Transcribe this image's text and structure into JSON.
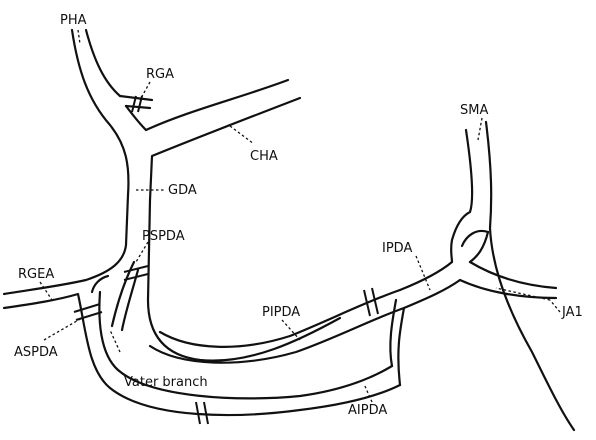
{
  "labels": {
    "pha": "PHA",
    "rga": "RGA",
    "cha": "CHA",
    "gda": "GDA",
    "pspda": "PSPDA",
    "rgea": "RGEA",
    "aspda": "ASPDA",
    "vater": "Vater branch",
    "pipda": "PIPDA",
    "aipda": "AIPDA",
    "ipda": "IPDA",
    "sma": "SMA",
    "ja1": "JA1"
  }
}
